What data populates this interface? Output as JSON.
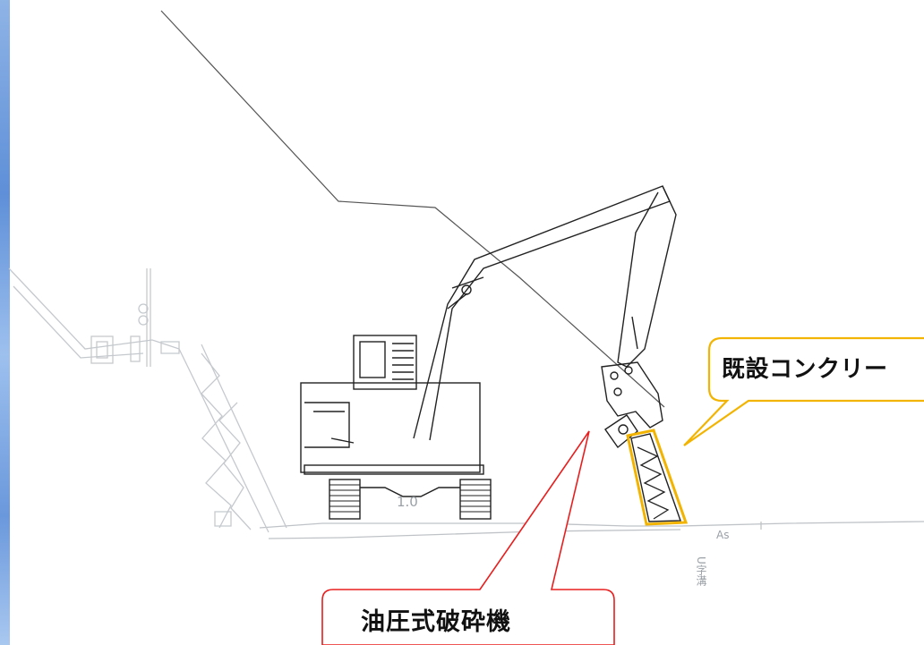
{
  "callouts": {
    "concrete": {
      "label": "既設コンクリー",
      "border_color": "#f2b400"
    },
    "breaker": {
      "label": "油圧式破砕機",
      "border_color": "#e81d1d"
    }
  },
  "drawing_labels": {
    "slope_ratio": "1.0",
    "u_ditch": "U字溝",
    "as": "As"
  }
}
